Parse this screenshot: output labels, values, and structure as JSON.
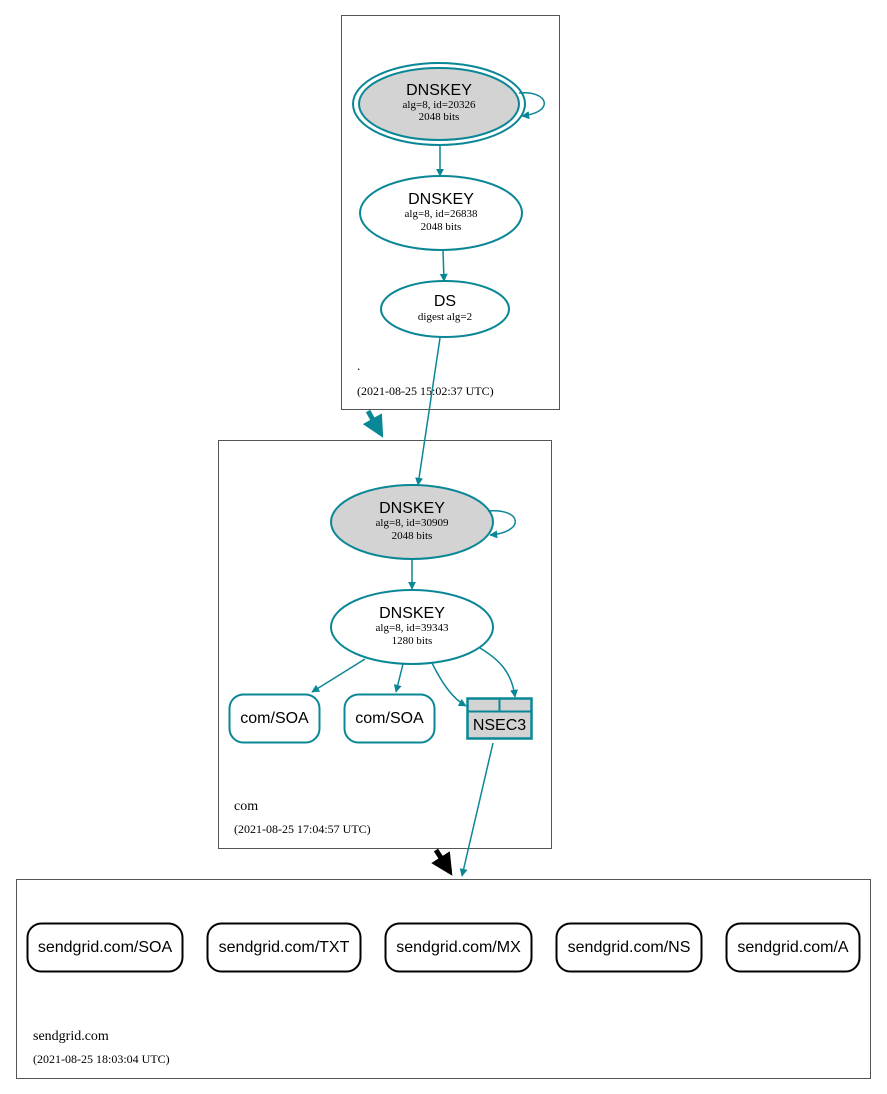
{
  "colors": {
    "edge": "#0a8796",
    "ksk_fill": "#d3d3d3",
    "zone_border": "#555555",
    "delegation_secure": "#0a8796",
    "delegation_insecure": "#000000",
    "rrset_border_insecure": "#000000"
  },
  "zones": {
    "root": {
      "name": ".",
      "timestamp": "(2021-08-25 15:02:37 UTC)",
      "ksk": {
        "type": "DNSKEY",
        "detail1": "alg=8, id=20326",
        "detail2": "2048 bits"
      },
      "zsk": {
        "type": "DNSKEY",
        "detail1": "alg=8, id=26838",
        "detail2": "2048 bits"
      },
      "ds": {
        "type": "DS",
        "detail1": "digest alg=2"
      }
    },
    "com": {
      "name": "com",
      "timestamp": "(2021-08-25 17:04:57 UTC)",
      "ksk": {
        "type": "DNSKEY",
        "detail1": "alg=8, id=30909",
        "detail2": "2048 bits"
      },
      "zsk": {
        "type": "DNSKEY",
        "detail1": "alg=8, id=39343",
        "detail2": "1280 bits"
      },
      "rrsets": [
        "com/SOA",
        "com/SOA"
      ],
      "nsec": "NSEC3"
    },
    "sendgrid": {
      "name": "sendgrid.com",
      "timestamp": "(2021-08-25 18:03:04 UTC)",
      "rrsets": [
        "sendgrid.com/SOA",
        "sendgrid.com/TXT",
        "sendgrid.com/MX",
        "sendgrid.com/NS",
        "sendgrid.com/A"
      ]
    }
  }
}
